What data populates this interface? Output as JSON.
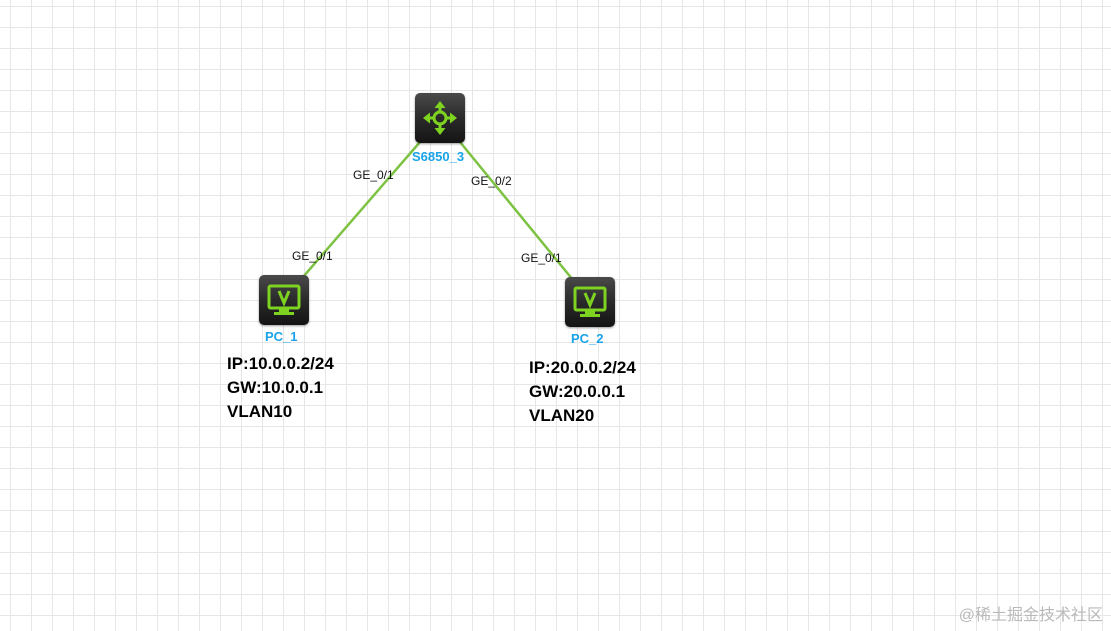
{
  "devices": {
    "switch": {
      "label": "S6850_3"
    },
    "pc1": {
      "label": "PC_1",
      "ip": "IP:10.0.0.2/24",
      "gw": "GW:10.0.0.1",
      "vlan": "VLAN10"
    },
    "pc2": {
      "label": "PC_2",
      "ip": "IP:20.0.0.2/24",
      "gw": "GW:20.0.0.1",
      "vlan": "VLAN20"
    }
  },
  "links": [
    {
      "from": "S6850_3",
      "to": "PC_1",
      "from_port": "GE_0/1",
      "to_port": "GE_0/1"
    },
    {
      "from": "S6850_3",
      "to": "PC_2",
      "from_port": "GE_0/2",
      "to_port": "GE_0/1"
    }
  ],
  "colors": {
    "link": "#7dc242",
    "device_label": "#1aa3e8",
    "icon": "#7ed321"
  },
  "icons": {
    "switch": "router-arrows-icon",
    "pc": "monitor-icon"
  },
  "watermark": "@稀土掘金技术社区"
}
